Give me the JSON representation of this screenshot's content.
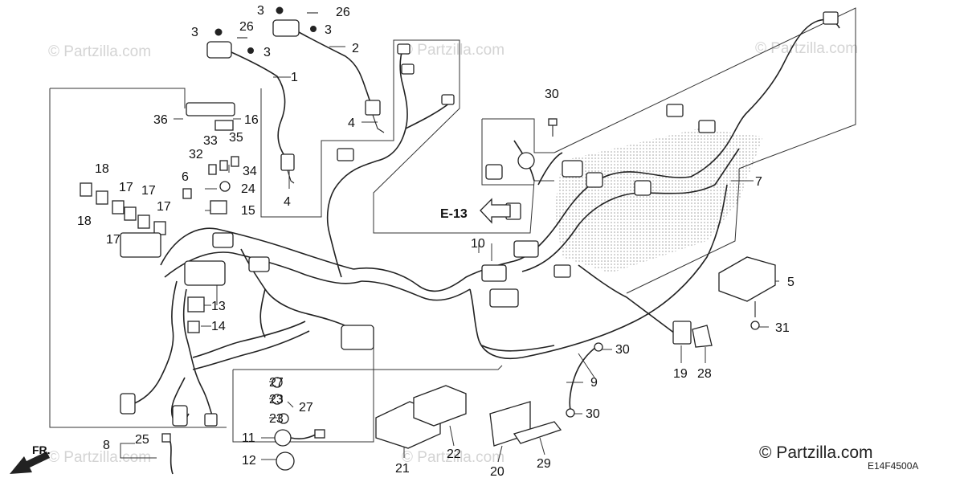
{
  "watermark": "© Partzilla.com",
  "copyright": "© Partzilla.com",
  "diagram_code": "E14F4500A",
  "reference": "E-13",
  "front_marker": "FR.",
  "callouts": {
    "c1": "1",
    "c2": "2",
    "c3a": "3",
    "c3b": "3",
    "c3c": "3",
    "c3d": "3",
    "c4a": "4",
    "c4b": "4",
    "c5": "5",
    "c6": "6",
    "c7": "7",
    "c8": "8",
    "c9": "9",
    "c10": "10",
    "c11": "11",
    "c12": "12",
    "c13": "13",
    "c14": "14",
    "c15": "15",
    "c16": "16",
    "c17a": "17",
    "c17b": "17",
    "c17c": "17",
    "c17d": "17",
    "c18a": "18",
    "c18b": "18",
    "c19": "19",
    "c20": "20",
    "c21": "21",
    "c22": "22",
    "c23a": "23",
    "c23b": "23",
    "c24": "24",
    "c25": "25",
    "c26a": "26",
    "c26b": "26",
    "c27a": "27",
    "c27b": "27",
    "c28": "28",
    "c29": "29",
    "c30a": "30",
    "c30b": "30",
    "c30c": "30",
    "c31": "31",
    "c32": "32",
    "c33": "33",
    "c34": "34",
    "c35": "35",
    "c36": "36"
  }
}
